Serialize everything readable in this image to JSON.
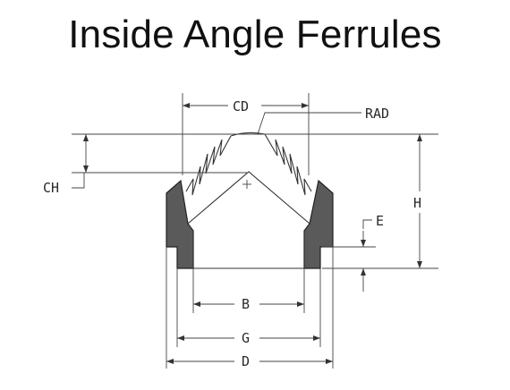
{
  "title": "Inside Angle Ferrules",
  "labels": {
    "cd": "CD",
    "rad": "RAD",
    "ch": "CH",
    "h": "H",
    "e": "E",
    "b": "B",
    "g": "G",
    "d": "D"
  },
  "colors": {
    "wall_fill": "#5a5a5a",
    "line": "#333333",
    "background": "#ffffff"
  }
}
